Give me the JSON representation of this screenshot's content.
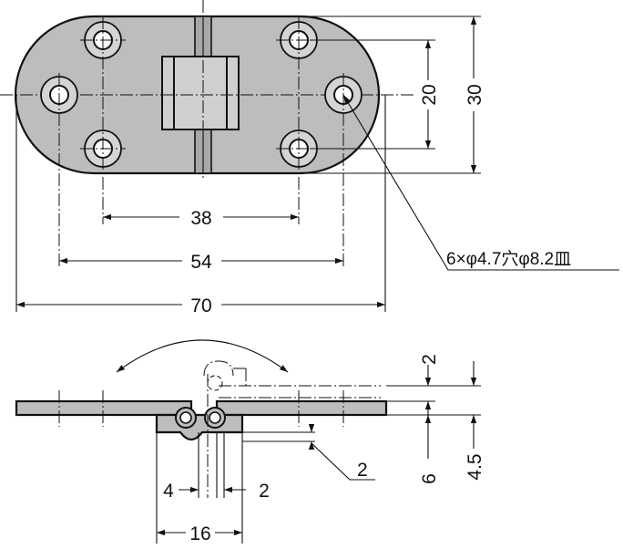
{
  "plan_view": {
    "dim_pitch_inner": "38",
    "dim_pitch_outer": "54",
    "dim_overall_length": "70",
    "dim_vertical_pitch": "20",
    "dim_overall_width": "30",
    "hole_note": "6×φ4.7穴φ8.2皿"
  },
  "side_view": {
    "dim_top_offset": "2",
    "dim_height_total": "4.5",
    "dim_knuckle_drop": "6",
    "dim_leader": "2",
    "dim_left_gap": "4",
    "dim_right_gap": "2",
    "dim_knuckle_width": "16"
  },
  "colors": {
    "part_fill": "#bdbdbd",
    "line": "#111111"
  }
}
